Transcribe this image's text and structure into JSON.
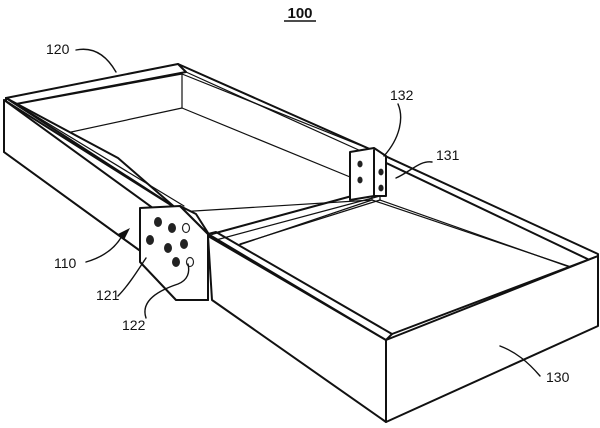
{
  "figure": {
    "number": "100",
    "labels": {
      "tray_top": "120",
      "hinge_unit": "110",
      "hinge_plate": "121",
      "hinge_holes": "122",
      "tray_bottom": "130",
      "inner_plate": "131",
      "inner_holes": "132"
    }
  }
}
